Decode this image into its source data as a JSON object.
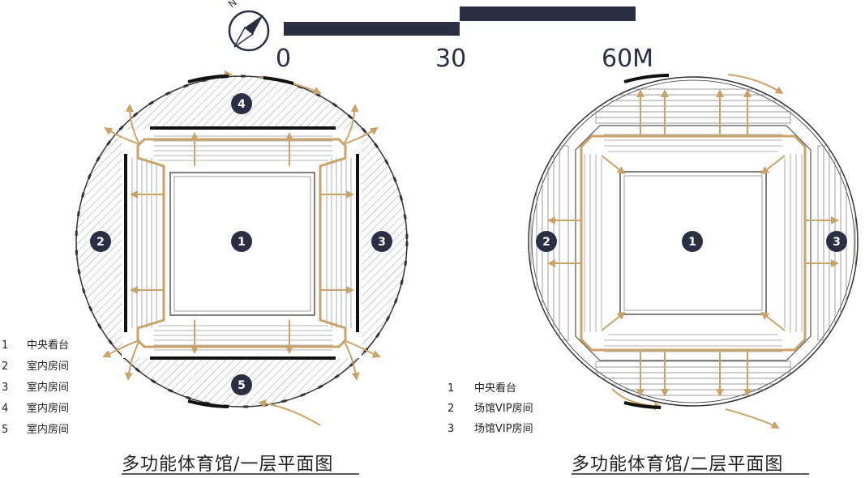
{
  "scale_bar": {
    "labels": [
      "0",
      "30",
      "60M"
    ]
  },
  "compass": {
    "north_label": "N"
  },
  "plan1": {
    "title": "多功能体育馆/一层平面图",
    "badges": [
      "1",
      "2",
      "3",
      "4",
      "5"
    ],
    "legend": [
      {
        "num": "1",
        "text": "中央看台"
      },
      {
        "num": "2",
        "text": "室内房间"
      },
      {
        "num": "3",
        "text": "室内房间"
      },
      {
        "num": "4",
        "text": "室内房间"
      },
      {
        "num": "5",
        "text": "室内房间"
      }
    ]
  },
  "plan2": {
    "title": "多功能体育馆/二层平面图",
    "badges": [
      "1",
      "2",
      "3"
    ],
    "legend": [
      {
        "num": "1",
        "text": "中央看台"
      },
      {
        "num": "2",
        "text": "场馆VIP房间"
      },
      {
        "num": "3",
        "text": "场馆VIP房间"
      }
    ]
  },
  "colors": {
    "navy": "#2b2f44",
    "route": "#c9a46a",
    "outline": "#333333",
    "hatch": "#9a9a9a"
  }
}
